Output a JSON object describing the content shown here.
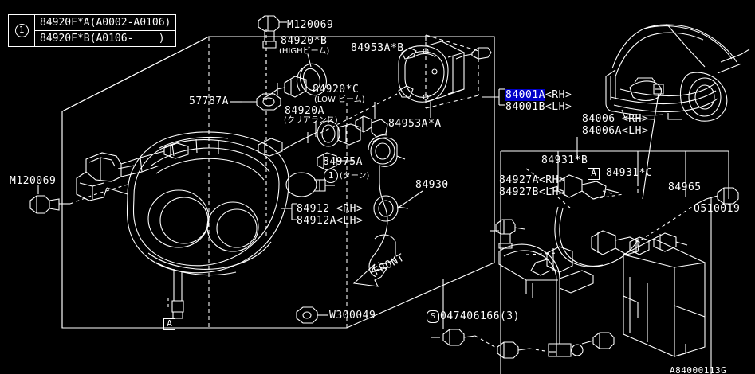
{
  "diagram": {
    "title": "Subaru headlamp assembly parts diagram",
    "background_color": "#000000",
    "line_color": "#ffffff",
    "highlight_color": "#0000c8"
  },
  "legend": {
    "index": "1",
    "rows": [
      "84920F*A(A0002-A0106)",
      "84920F*B(A0106-    )"
    ]
  },
  "labels": {
    "m120069_top": "M120069",
    "m120069_left": "M120069",
    "p84920B": "84920*B",
    "p84920B_jp": "(HIGHビーム)",
    "p84953AB": "84953A*B",
    "p84920C": "84920*C",
    "p84920C_jp": "(LOW ビーム)",
    "p84920A": "84920A",
    "p84920A_jp": "(クリアランス)",
    "p57787A": "57787A",
    "p84953AA": "84953A*A",
    "p84975A": "84975A",
    "turn_mark": "1",
    "turn_jp": "(ターン)",
    "p84930": "84930",
    "p84912rh": "84912 <RH>",
    "p84912lh": "84912A<LH>",
    "p84001a": "84001A",
    "p84001a_side": "<RH>",
    "p84001b": "84001B<LH>",
    "p84006rh": "84006 <RH>",
    "p84006lh": "84006A<LH>",
    "p84931b": "84931*B",
    "p84931c": "84931*C",
    "p84927arh": "84927A<RH>",
    "p84927blh": "84927B<LH>",
    "p84965": "84965",
    "pq510019": "Q510019",
    "pw300049": "W300049",
    "s_part": "047406166(3)",
    "s_mark": "S",
    "front": "FRONT",
    "a_mark_bottom": "A",
    "a_mark_right": "A"
  },
  "watermark": {
    "text": "A84000113G"
  }
}
